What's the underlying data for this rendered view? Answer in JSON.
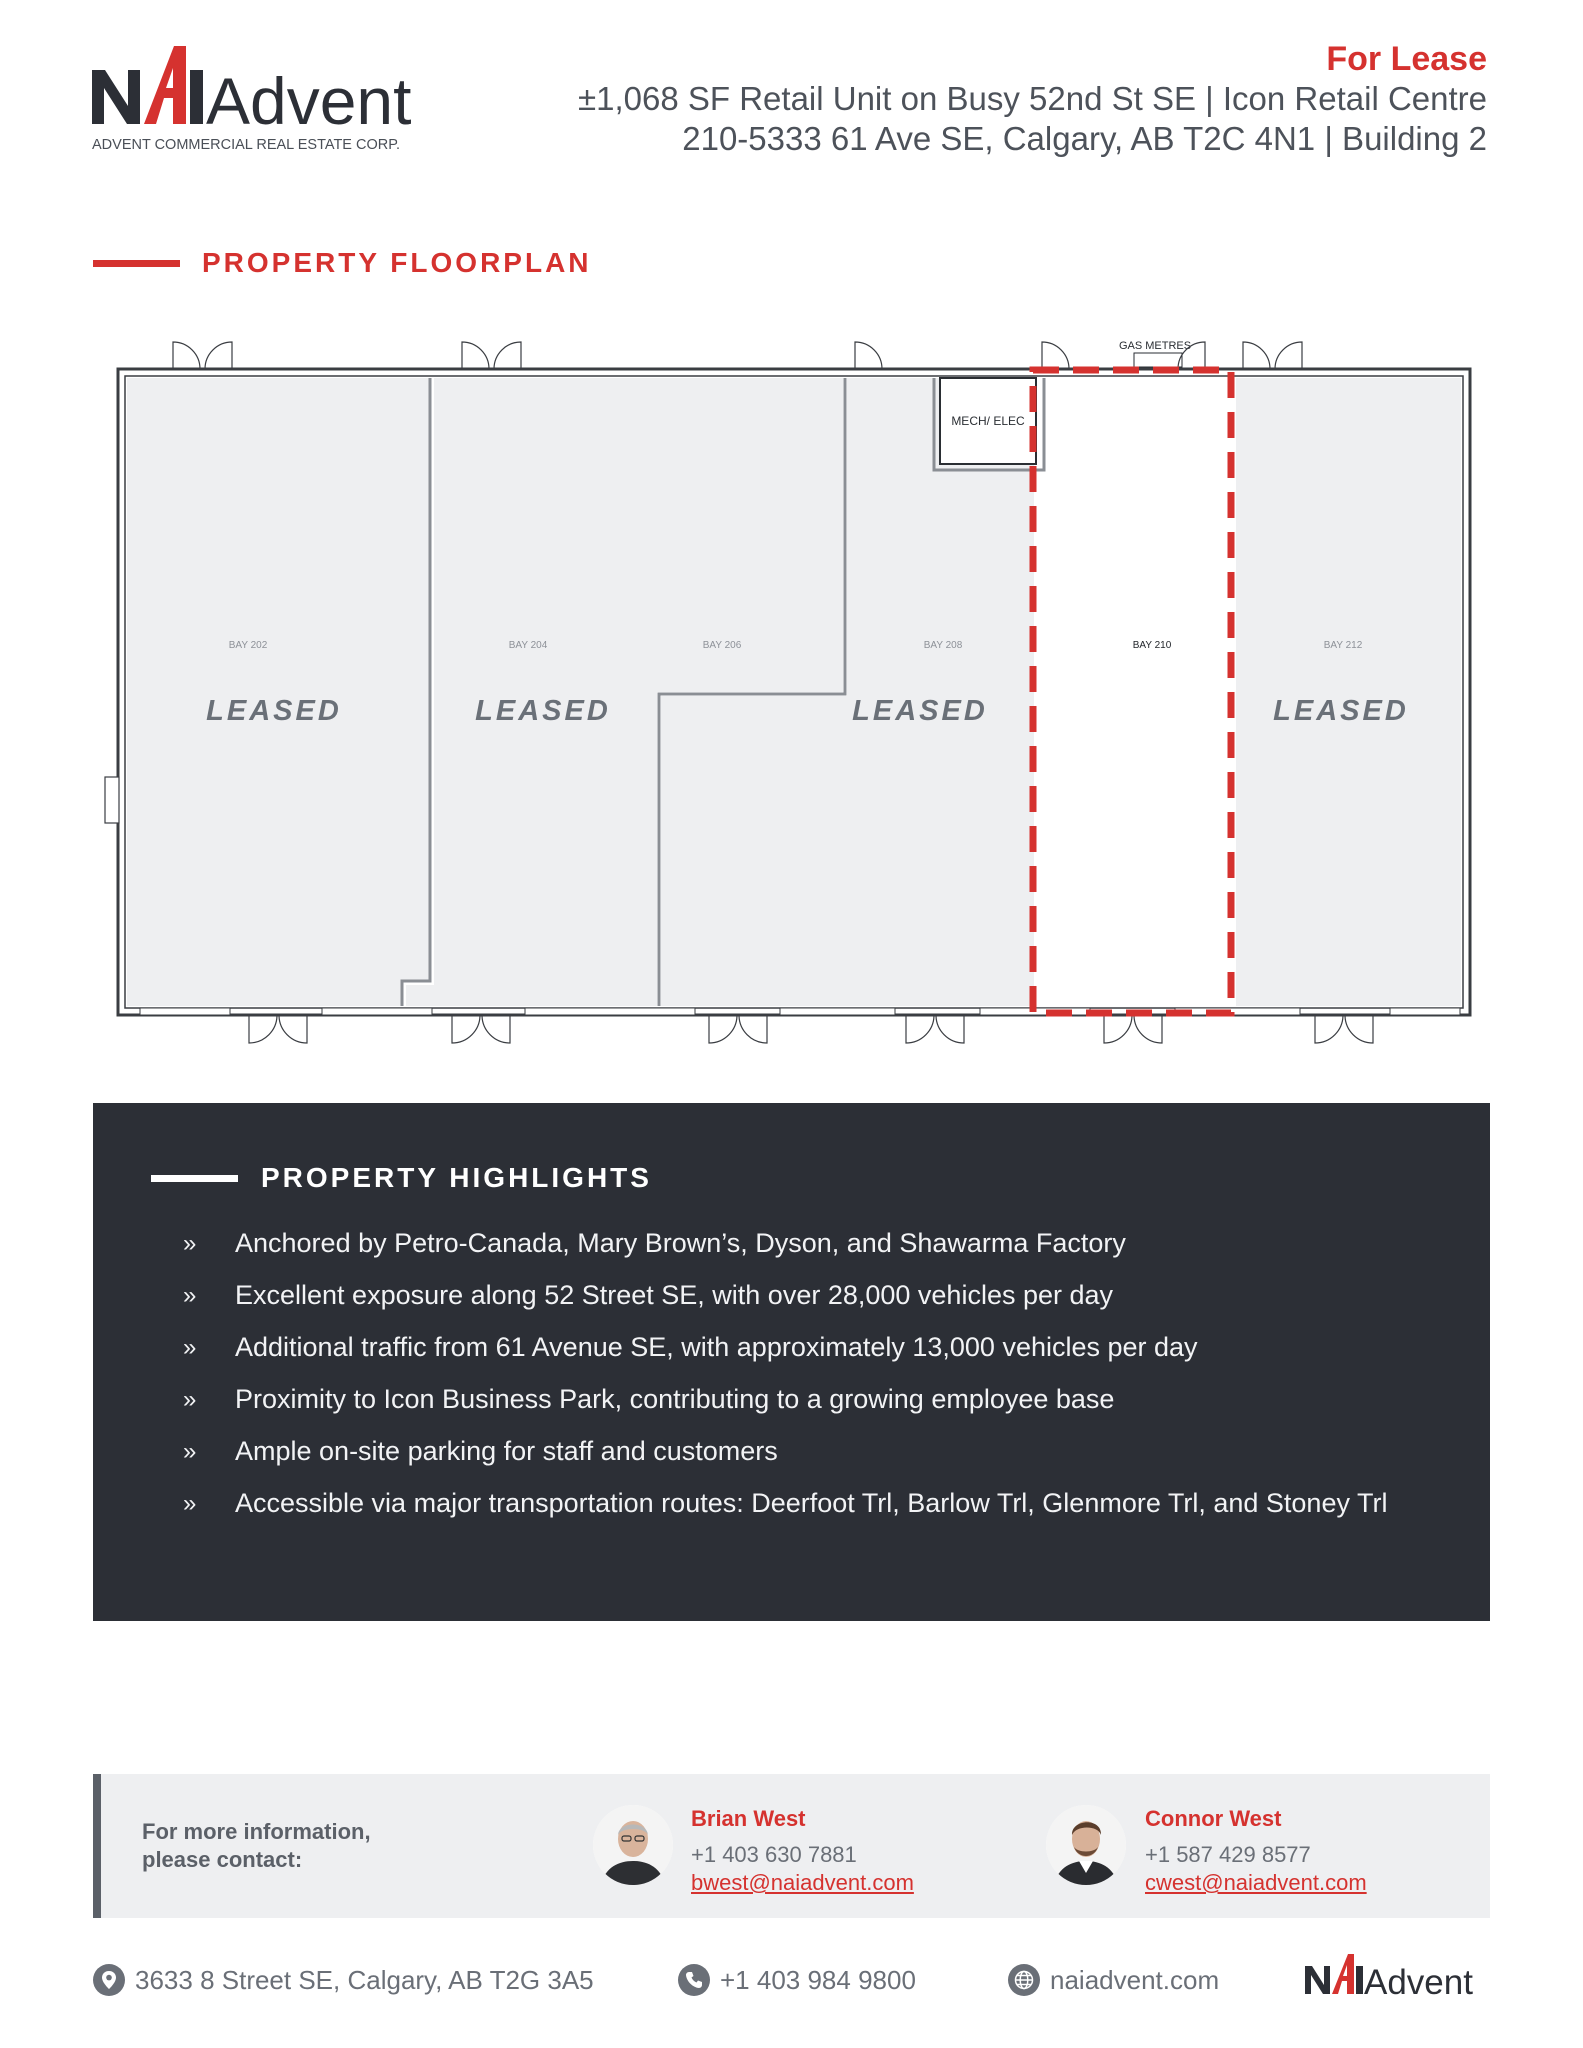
{
  "brand": {
    "logo_text": "NAIAdvent",
    "logo_subtitle": "ADVENT COMMERCIAL REAL ESTATE CORP.",
    "red": "#d5322f",
    "dark": "#2c2f36",
    "gray": "#4a4f57"
  },
  "header": {
    "for_lease": "For Lease",
    "line1": "±1,068 SF Retail Unit on Busy 52nd St SE  |  Icon Retail Centre",
    "line2": "210-5333 61 Ave SE, Calgary, AB T2C 4N1  |  Building 2"
  },
  "floorplan": {
    "section_title": "PROPERTY FLOORPLAN",
    "gas_metres": "GAS METRES",
    "mech_elec": "MECH/ ELEC",
    "bays": [
      "BAY 202",
      "BAY 204",
      "BAY 206",
      "BAY 208",
      "BAY 210",
      "BAY 212"
    ],
    "leased_label": "LEASED",
    "available_bay": "BAY 210"
  },
  "highlights": {
    "section_title": "PROPERTY HIGHLIGHTS",
    "bullet": "»",
    "items": [
      "Anchored by Petro-Canada, Mary Brown’s, Dyson, and Shawarma Factory",
      "Excellent exposure along 52 Street SE, with over 28,000 vehicles per day",
      "Additional traffic from 61 Avenue SE, with approximately 13,000 vehicles per day",
      "Proximity to Icon Business Park, contributing to a growing employee base",
      "Ample on-site parking for staff and customers",
      "Accessible via major transportation routes: Deerfoot Trl, Barlow Trl, Glenmore Trl, and Stoney Trl"
    ]
  },
  "contact": {
    "label_line1": "For more information,",
    "label_line2": "please contact:",
    "agents": [
      {
        "name": "Brian West",
        "phone": "+1 403 630 7881",
        "email": "bwest@naiadvent.com"
      },
      {
        "name": "Connor West",
        "phone": "+1 587 429 8577",
        "email": "cwest@naiadvent.com"
      }
    ]
  },
  "footer": {
    "address": "3633 8 Street SE, Calgary, AB T2G 3A5",
    "phone": "+1 403 984 9800",
    "website": "naiadvent.com",
    "icons": [
      "location-pin-icon",
      "phone-icon",
      "globe-icon"
    ]
  }
}
